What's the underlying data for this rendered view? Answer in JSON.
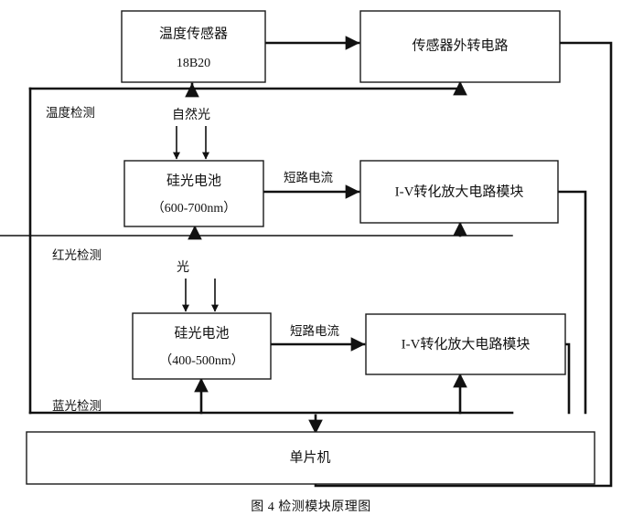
{
  "figure": {
    "caption": "图 4    检测模块原理图"
  },
  "nodes": {
    "temp_sensor": {
      "title": "温度传感器",
      "subtitle": "18B20"
    },
    "sensor_convert": {
      "title": "传感器外转电路"
    },
    "cell_red": {
      "title": "硅光电池",
      "subtitle": "（600-700nm）"
    },
    "iv_module_red": {
      "title": "I-V转化放大电路模块"
    },
    "cell_blue": {
      "title": "硅光电池",
      "subtitle": "（400-500nm）"
    },
    "iv_module_blue": {
      "title": "I-V转化放大电路模块"
    },
    "mcu": {
      "title": "单片机"
    }
  },
  "zones": {
    "temperature": "温度检测",
    "red_light": "红光检测",
    "blue_light": "蓝光检测"
  },
  "sources": {
    "natural_light": "自然光",
    "light": "光"
  },
  "edges": {
    "short_circuit_current_red": "短路电流",
    "short_circuit_current_blue": "短路电流"
  },
  "colors": {
    "stroke": "#111111",
    "box_fill": "#ffffff",
    "background": "#ffffff"
  }
}
